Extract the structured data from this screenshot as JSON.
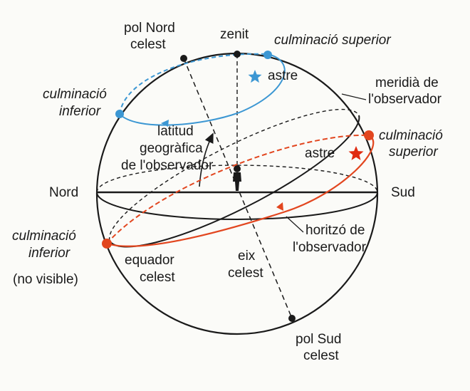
{
  "colors": {
    "background": "#fbfbf8",
    "ink": "#1a1a1a",
    "circumpolar_path": "#3c97d3",
    "star_path": "#e2461f",
    "star_marker_red": "#e02a10"
  },
  "icons": {
    "observer": "person-icon",
    "star_blue": "star-icon",
    "star_red": "star-icon"
  },
  "labels": {
    "pol_nord": [
      "pol Nord",
      "celest"
    ],
    "zenit": "zenit",
    "culm_sup_top": "culminació superior",
    "astre_top": "astre",
    "meridia": [
      "meridià de",
      "l'observador"
    ],
    "culm_inf_top": [
      "culminació",
      "inferior"
    ],
    "latitud": [
      "latitud",
      "geogràfica",
      "de l'observador"
    ],
    "culm_sup_right": [
      "culminació",
      "superior"
    ],
    "astre_right": "astre",
    "nord": "Nord",
    "sud": "Sud",
    "horitzo": [
      "horitzó de",
      "l'observador"
    ],
    "culm_inf_left": [
      "culminació",
      "inferior"
    ],
    "no_visible": "(no visible)",
    "equador": [
      "equador",
      "celest"
    ],
    "eix": [
      "eix",
      "celest"
    ],
    "pol_sud": [
      "pol Sud",
      "celest"
    ]
  }
}
